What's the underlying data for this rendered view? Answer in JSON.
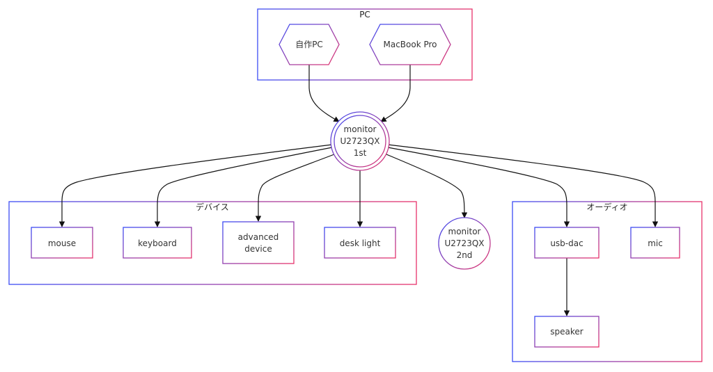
{
  "groups": {
    "pc": {
      "title": "PC"
    },
    "devices": {
      "title": "デバイス"
    },
    "audio": {
      "title": "オーディオ"
    }
  },
  "nodes": {
    "custom_pc": {
      "label": "自作PC"
    },
    "macbook": {
      "label": "MacBook Pro"
    },
    "monitor_1st": {
      "lines": [
        "monitor",
        "U2723QX",
        "1st"
      ]
    },
    "monitor_2nd": {
      "lines": [
        "monitor",
        "U2723QX",
        "2nd"
      ]
    },
    "mouse": {
      "label": "mouse"
    },
    "keyboard": {
      "label": "keyboard"
    },
    "advanced_device": {
      "lines": [
        "advanced",
        "device"
      ]
    },
    "desk_light": {
      "label": "desk light"
    },
    "usb_dac": {
      "label": "usb-dac"
    },
    "mic": {
      "label": "mic"
    },
    "speaker": {
      "label": "speaker"
    }
  },
  "edges": [
    {
      "from": "custom_pc",
      "to": "monitor_1st"
    },
    {
      "from": "macbook",
      "to": "monitor_1st"
    },
    {
      "from": "monitor_1st",
      "to": "mouse"
    },
    {
      "from": "monitor_1st",
      "to": "keyboard"
    },
    {
      "from": "monitor_1st",
      "to": "advanced_device"
    },
    {
      "from": "monitor_1st",
      "to": "desk_light"
    },
    {
      "from": "monitor_1st",
      "to": "monitor_2nd"
    },
    {
      "from": "monitor_1st",
      "to": "usb_dac"
    },
    {
      "from": "monitor_1st",
      "to": "mic"
    },
    {
      "from": "usb_dac",
      "to": "speaker"
    }
  ],
  "colors": {
    "gradient_start": "#3b4cf5",
    "gradient_end": "#e8336b",
    "edge": "#111111",
    "text": "#333333"
  }
}
